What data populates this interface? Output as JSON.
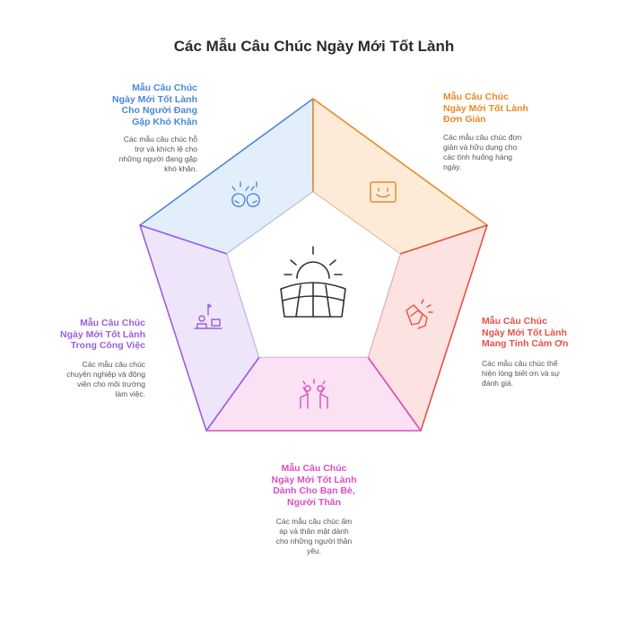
{
  "title": "Các Mẫu Câu Chúc Ngày Mới Tốt Lành",
  "segments": [
    {
      "label": "Mẫu Câu Chúc\nNgày Mới Tốt Lành\nCho Người Đang\nGặp Khó Khăn",
      "desc": "Các mẫu câu chúc hỗ\ntrợ và khích lệ cho\nnhững người đang gặp\nkhó khăn.",
      "icon": "boxing-gloves-icon",
      "color": "#4a88d8",
      "fill": "#e3eefb"
    },
    {
      "label": "Mẫu Câu Chúc\nNgày Mới Tốt Lành\nĐơn Giản",
      "desc": "Các mẫu câu chúc đơn\ngiản và hữu dụng cho\ncác tình huống hàng\nngày.",
      "icon": "smiley-face-icon",
      "color": "#e88a2a",
      "fill": "#fdebd8"
    },
    {
      "label": "Mẫu Câu Chúc\nNgày Mới Tốt Lành\nMang Tính Cảm Ơn",
      "desc": "Các mẫu câu chúc thể\nhiện lòng biết ơn và sự\nđánh giá.",
      "icon": "clapping-hands-icon",
      "color": "#e65046",
      "fill": "#fce2e0"
    },
    {
      "label": "Mẫu Câu Chúc\nNgày Mới Tốt Lành\nDành Cho Bạn Bè,\nNgười Thân",
      "desc": "Các mẫu câu chúc ấm\náp và thân mật dành\ncho những người thân\nyêu.",
      "icon": "people-celebrating-icon",
      "color": "#d94fc0",
      "fill": "#fbe1f4"
    },
    {
      "label": "Mẫu Câu Chúc\nNgày Mới Tốt Lành\nTrong Công Việc",
      "desc": "Các mẫu câu chúc\nchuyên nghiệp và động\nviên cho môi trường\nlàm việc.",
      "icon": "office-meeting-icon",
      "color": "#9b5ee0",
      "fill": "#efe5fb"
    }
  ],
  "center_icon": "sunrise-road-icon",
  "stroke_dark": "#333333"
}
